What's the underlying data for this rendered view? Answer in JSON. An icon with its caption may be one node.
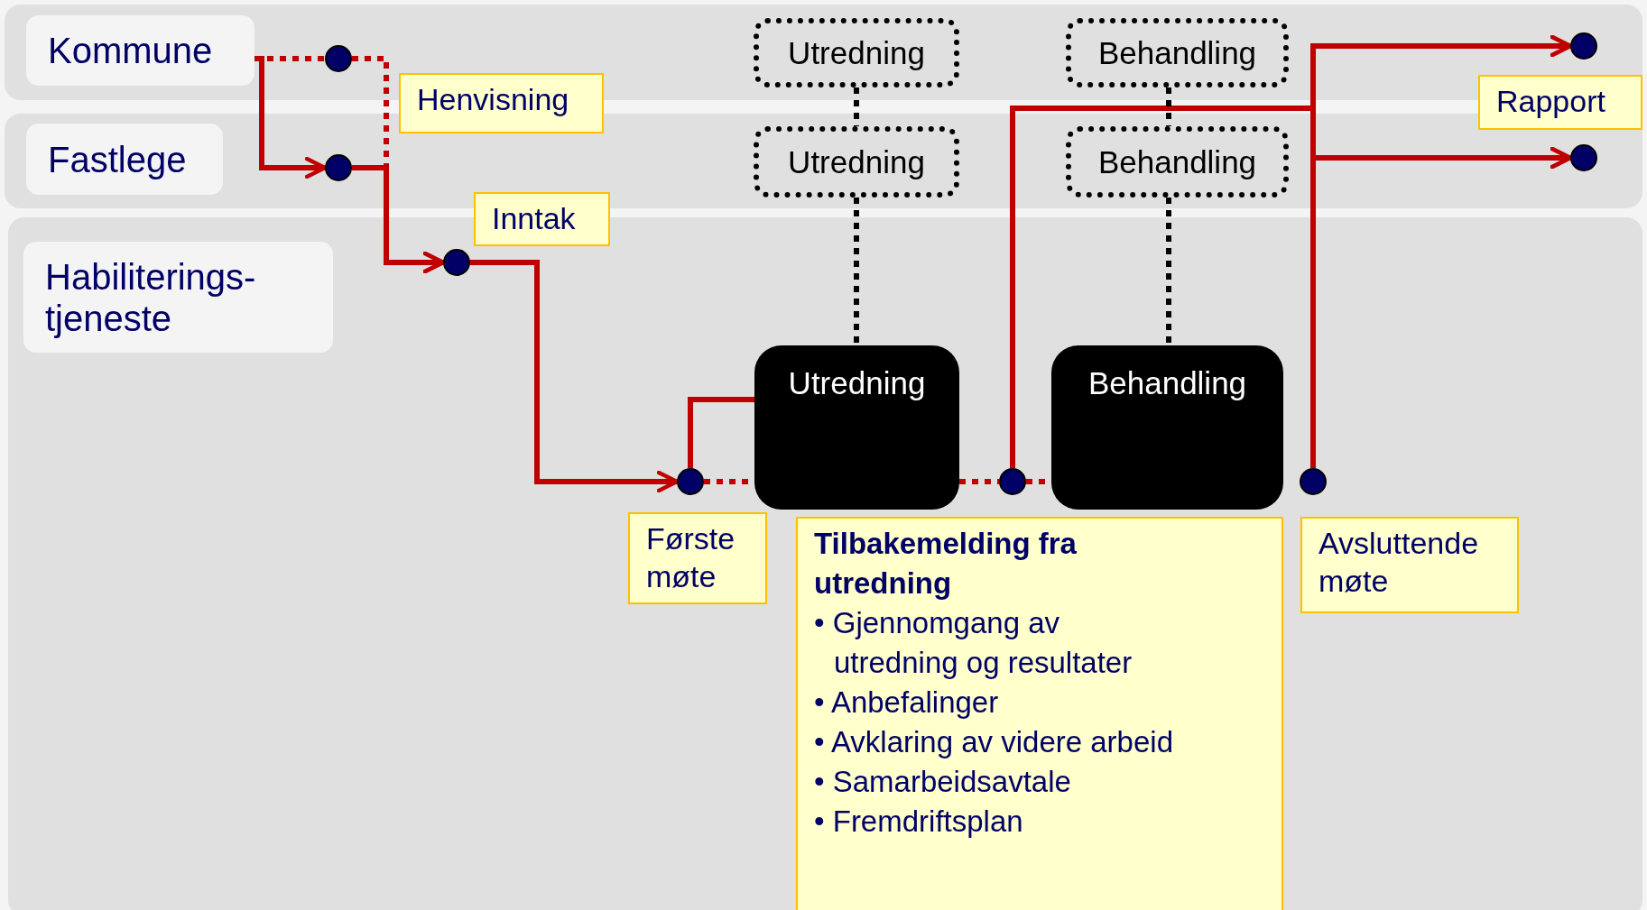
{
  "diagram": {
    "nodes": [
      {
        "text": [],
        "shape": "band"
      },
      {
        "text": [
          "Kommune"
        ],
        "in": 0
      },
      {
        "text": [],
        "shape": "circle",
        "in": 0
      },
      {
        "text": [
          "Utredning"
        ],
        "in": 0
      },
      {
        "text": [
          "Behandling"
        ],
        "in": 0
      },
      {
        "text": [],
        "shape": "circle",
        "in": 0
      },
      {
        "text": [
          "Henvisning"
        ]
      },
      {
        "text": [],
        "shape": "band"
      },
      {
        "text": [
          "Fastlege"
        ],
        "in": 7
      },
      {
        "text": [],
        "shape": "circle",
        "in": 7
      },
      {
        "text": [
          "Utredning"
        ],
        "in": 7
      },
      {
        "text": [
          "Behandling"
        ],
        "in": 7
      },
      {
        "text": [],
        "shape": "circle",
        "in": 7
      },
      {
        "text": [
          "Rapport"
        ]
      },
      {
        "text": [],
        "shape": "band"
      },
      {
        "text": [
          "Habiliterings- tjeneste"
        ],
        "in": 14
      },
      {
        "text": [
          "Inntak"
        ]
      },
      {
        "text": [],
        "shape": "circle",
        "in": 14
      },
      {
        "text": [],
        "shape": "circle",
        "in": 14
      },
      {
        "text": [
          "Utredning"
        ],
        "in": 14
      },
      {
        "text": [
          "Første møte"
        ],
        "in": 14
      },
      {
        "text": [],
        "shape": "circle",
        "in": 14
      },
      {
        "text": [
          "Behandling"
        ],
        "in": 14
      },
      {
        "text": [
          "Tilbakemelding fra utredning",
          "• Gjennomgang av utredning og resultater",
          "• Anbefalinger",
          "• Avklaring av videre arbeid",
          "• Samarbeidsavtale",
          "• Fremdriftsplan"
        ],
        "in": 14
      },
      {
        "text": [],
        "shape": "circle",
        "in": 14
      },
      {
        "text": [
          "Avsluttende møte"
        ],
        "in": 14
      }
    ],
    "edges": [
      {
        "from": 1,
        "to": 2,
        "arrow": "none",
        "style": "dashed"
      },
      {
        "from": 2,
        "to": 17,
        "arrow": "to",
        "style": "dashed"
      },
      {
        "from": 1,
        "to": 9,
        "arrow": "to"
      },
      {
        "from": 9,
        "to": 17,
        "arrow": "to"
      },
      {
        "from": 17,
        "to": 18,
        "arrow": "to"
      },
      {
        "from": 18,
        "to": 19,
        "arrow": "none",
        "style": "dashed"
      },
      {
        "from": 18,
        "to": 19,
        "arrow": "none"
      },
      {
        "from": 19,
        "to": 21,
        "arrow": "none",
        "style": "dashed"
      },
      {
        "from": 21,
        "to": 22,
        "arrow": "none",
        "style": "dashed"
      },
      {
        "from": 21,
        "to": 5,
        "arrow": "to"
      },
      {
        "from": 21,
        "to": 12,
        "arrow": "to"
      },
      {
        "from": 24,
        "to": 5,
        "arrow": "to"
      },
      {
        "from": 24,
        "to": 12,
        "arrow": "to"
      },
      {
        "from": 3,
        "to": 10,
        "arrow": "none",
        "style": "dashed",
        "color": "#000000"
      },
      {
        "from": 10,
        "to": 19,
        "arrow": "none",
        "style": "dashed",
        "color": "#000000"
      },
      {
        "from": 4,
        "to": 11,
        "arrow": "none",
        "style": "dashed",
        "color": "#000000"
      },
      {
        "from": 11,
        "to": 22,
        "arrow": "none",
        "style": "dashed",
        "color": "#000000"
      }
    ]
  }
}
